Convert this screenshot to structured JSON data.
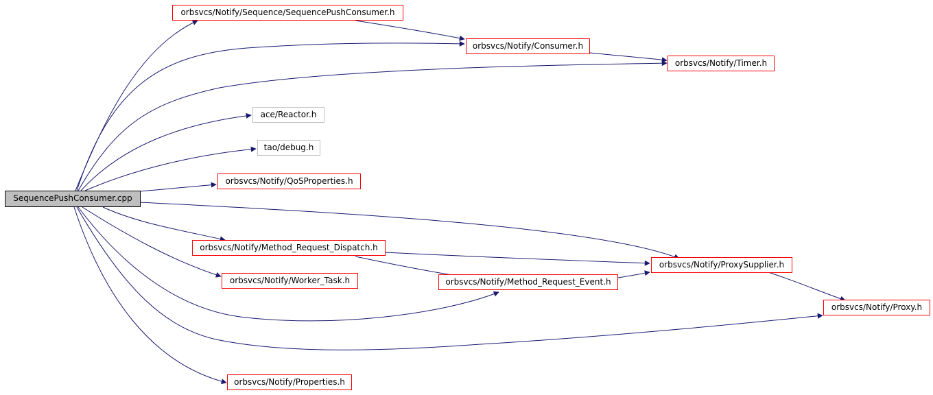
{
  "colors": {
    "edge": "#191970",
    "node_border": "#ff0000",
    "plain_border": "#bfbfbf",
    "root_fill": "#bfbfbf"
  },
  "nodes": {
    "root": "SequencePushConsumer.cpp",
    "seq_push_consumer_h": "orbsvcs/Notify/Sequence/SequencePushConsumer.h",
    "consumer_h": "orbsvcs/Notify/Consumer.h",
    "timer_h": "orbsvcs/Notify/Timer.h",
    "reactor_h": "ace/Reactor.h",
    "debug_h": "tao/debug.h",
    "qos_properties_h": "orbsvcs/Notify/QoSProperties.h",
    "method_request_dispatch_h": "orbsvcs/Notify/Method_Request_Dispatch.h",
    "proxy_supplier_h": "orbsvcs/Notify/ProxySupplier.h",
    "worker_task_h": "orbsvcs/Notify/Worker_Task.h",
    "method_request_event_h": "orbsvcs/Notify/Method_Request_Event.h",
    "proxy_h": "orbsvcs/Notify/Proxy.h",
    "properties_h": "orbsvcs/Notify/Properties.h"
  }
}
